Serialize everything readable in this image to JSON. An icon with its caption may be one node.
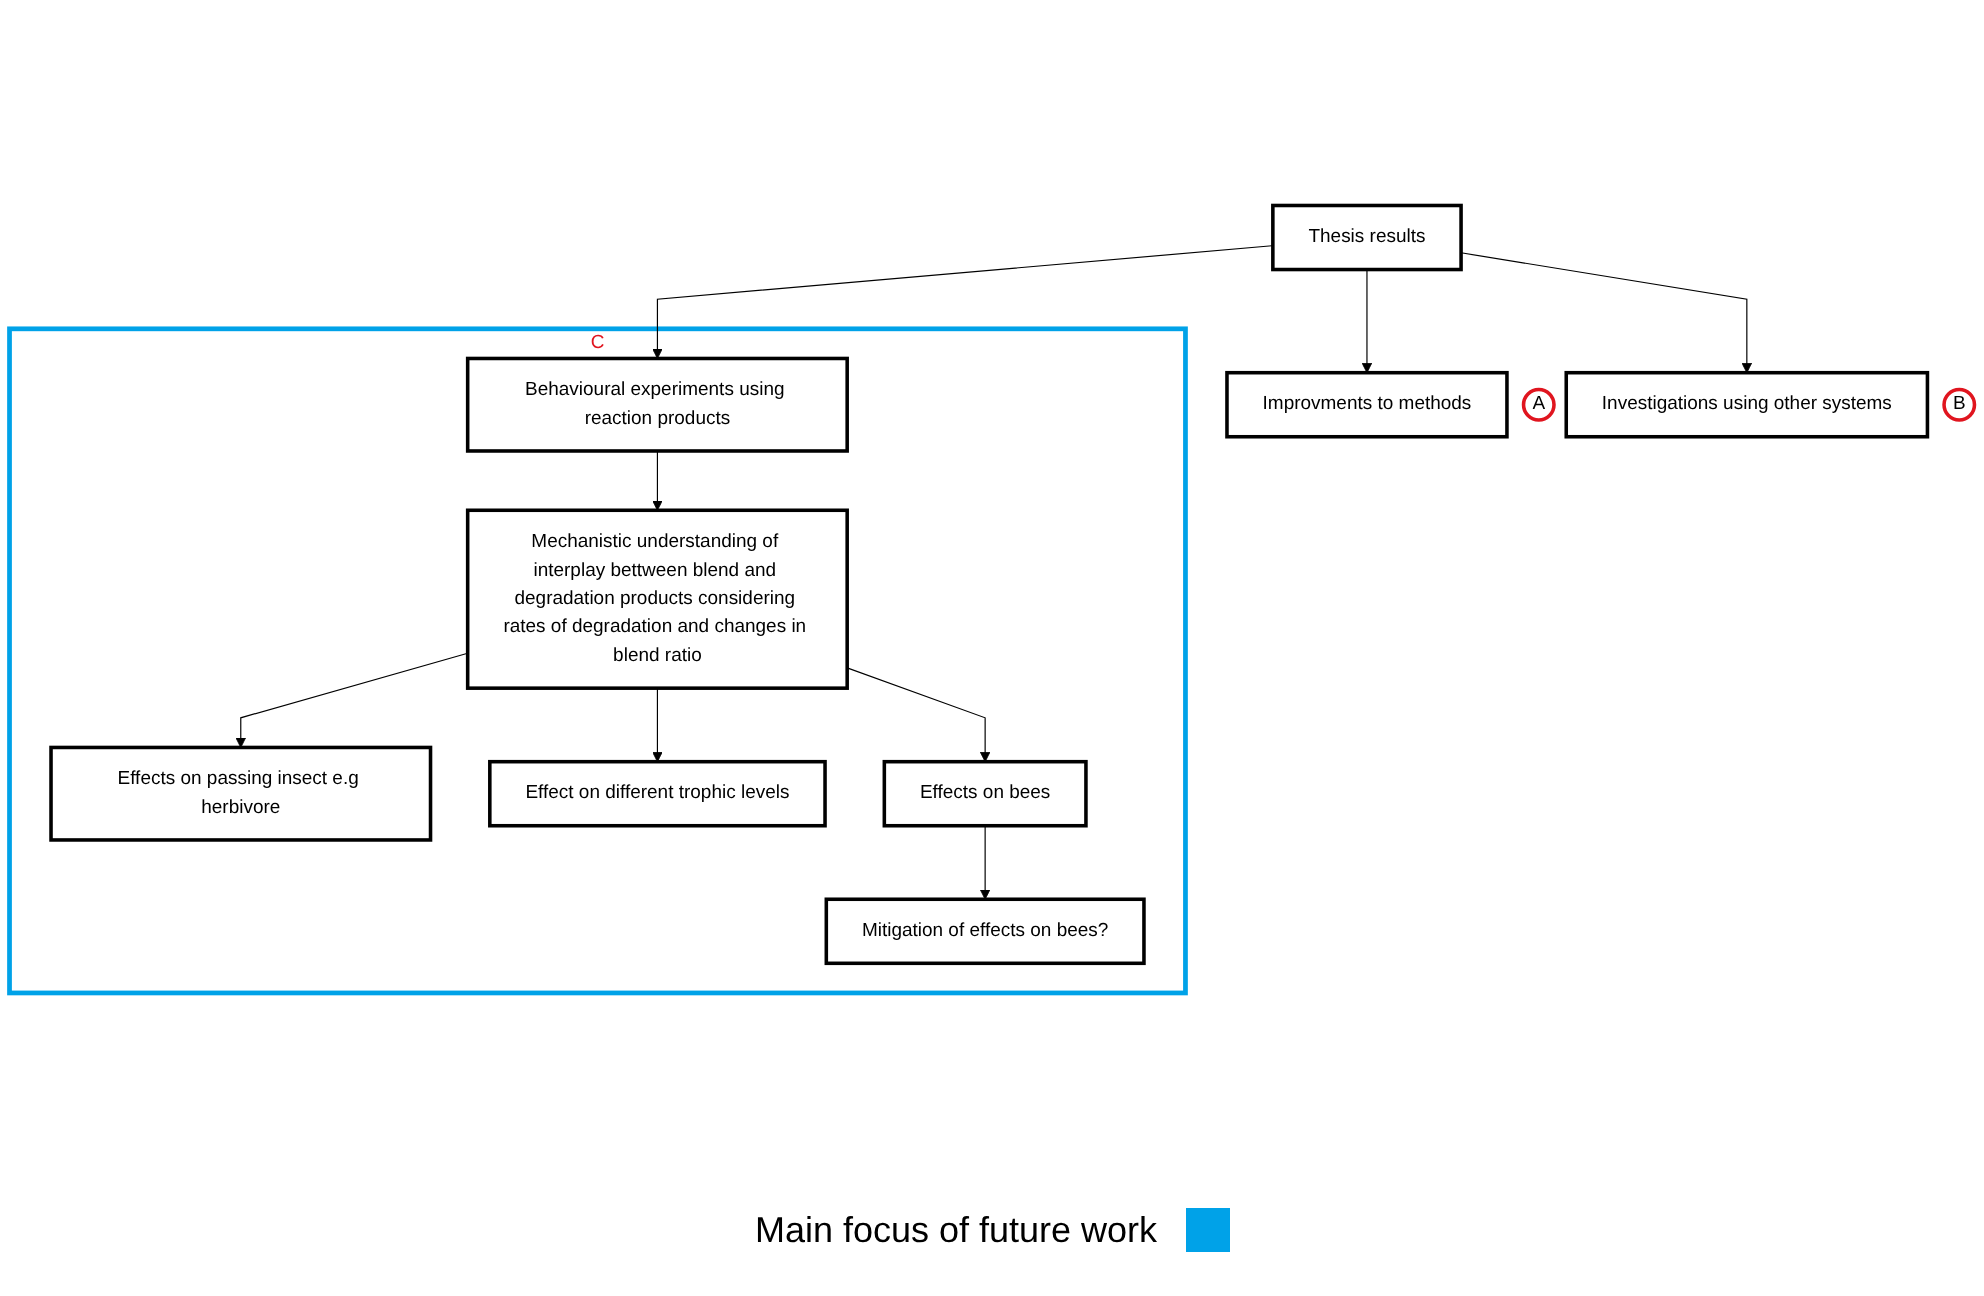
{
  "diagram": {
    "nodes": [
      {
        "text": [
          "Thesis results"
        ]
      },
      {
        "text": [
          "Improvments to methods"
        ],
        "beside": [
          "A"
        ]
      },
      {
        "text": [
          "Investigations using other systems"
        ],
        "beside": [
          "B"
        ]
      },
      {
        "text": [
          "C"
        ]
      },
      {
        "text": [
          "Behavioural experiments using reaction products"
        ],
        "in": 3
      },
      {
        "text": [
          "Mechanistic understanding of interplay bettween blend and degradation products considering rates of degradation and changes in blend ratio"
        ],
        "in": 3
      },
      {
        "text": [
          "Effects on passing insect e.g herbivore"
        ],
        "in": 3
      },
      {
        "text": [
          "Effect on different trophic levels"
        ],
        "in": 3
      },
      {
        "text": [
          "Effects on bees"
        ],
        "in": 3
      },
      {
        "text": [
          "Mitigation of effects on bees?"
        ],
        "in": 3
      }
    ],
    "edges": [
      {
        "from": 0,
        "to": 1,
        "arrow": "to"
      },
      {
        "from": 0,
        "to": 4,
        "arrow": "to"
      },
      {
        "from": 0,
        "to": 2,
        "arrow": "to"
      },
      {
        "from": 4,
        "to": 5,
        "arrow": "to"
      },
      {
        "from": 5,
        "to": 6,
        "arrow": "to"
      },
      {
        "from": 5,
        "to": 7,
        "arrow": "to"
      },
      {
        "from": 5,
        "to": 8,
        "arrow": "to"
      },
      {
        "from": 8,
        "to": 9,
        "arrow": "to"
      }
    ],
    "legend": [
      {
        "text": "Main focus of future work",
        "color": "#00a2e8"
      }
    ]
  }
}
